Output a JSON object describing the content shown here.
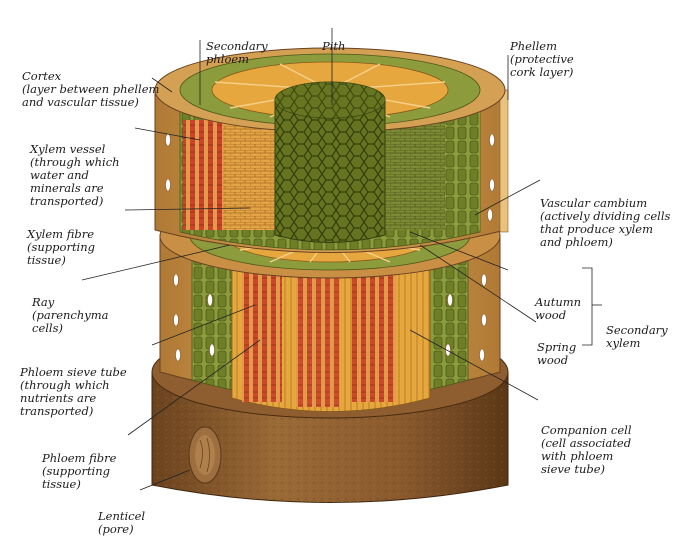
{
  "labels": {
    "secondary_phloem": [
      "Secondary",
      "phloem"
    ],
    "pith": [
      "Pith"
    ],
    "phellem": [
      "Phellem",
      "(protective",
      "cork layer)"
    ],
    "cortex": [
      "Cortex",
      "(layer between phellem",
      "and vascular tissue)"
    ],
    "xylem_vessel": [
      "Xylem vessel",
      "(through which",
      "water and",
      "minerals are",
      "transported)"
    ],
    "vascular_cambium": [
      "Vascular cambium",
      "(actively dividing cells",
      "that produce xylem",
      "and phloem)"
    ],
    "xylem_fibre": [
      "Xylem fibre",
      "(supporting",
      "tissue)"
    ],
    "ray": [
      "Ray",
      "(parenchyma",
      "cells)"
    ],
    "autumn_wood": [
      "Autumn",
      "wood"
    ],
    "secondary_xylem": [
      "Secondary",
      "xylem"
    ],
    "spring_wood": [
      "Spring",
      "wood"
    ],
    "phloem_sieve_tube": [
      "Phloem sieve tube",
      "(through which",
      "nutrients are",
      "transported)"
    ],
    "phloem_fibre": [
      "Phloem fibre",
      "(supporting",
      "tissue)"
    ],
    "companion_cell": [
      "Companion cell",
      "(cell associated",
      "with phloem",
      "sieve tube)"
    ],
    "lenticel": [
      "Lenticel",
      "(pore)"
    ]
  },
  "colors": {
    "bark": "#8a5a2e",
    "bark_dark": "#5e3a1a",
    "cortex": "#c98f45",
    "phloem": "#7b8f3a",
    "xylem": "#e3a23c",
    "vessel": "#d0552c",
    "pith": "#5f6b1f",
    "pith_cell": "#3f4a12",
    "ray": "#f0b860"
  }
}
